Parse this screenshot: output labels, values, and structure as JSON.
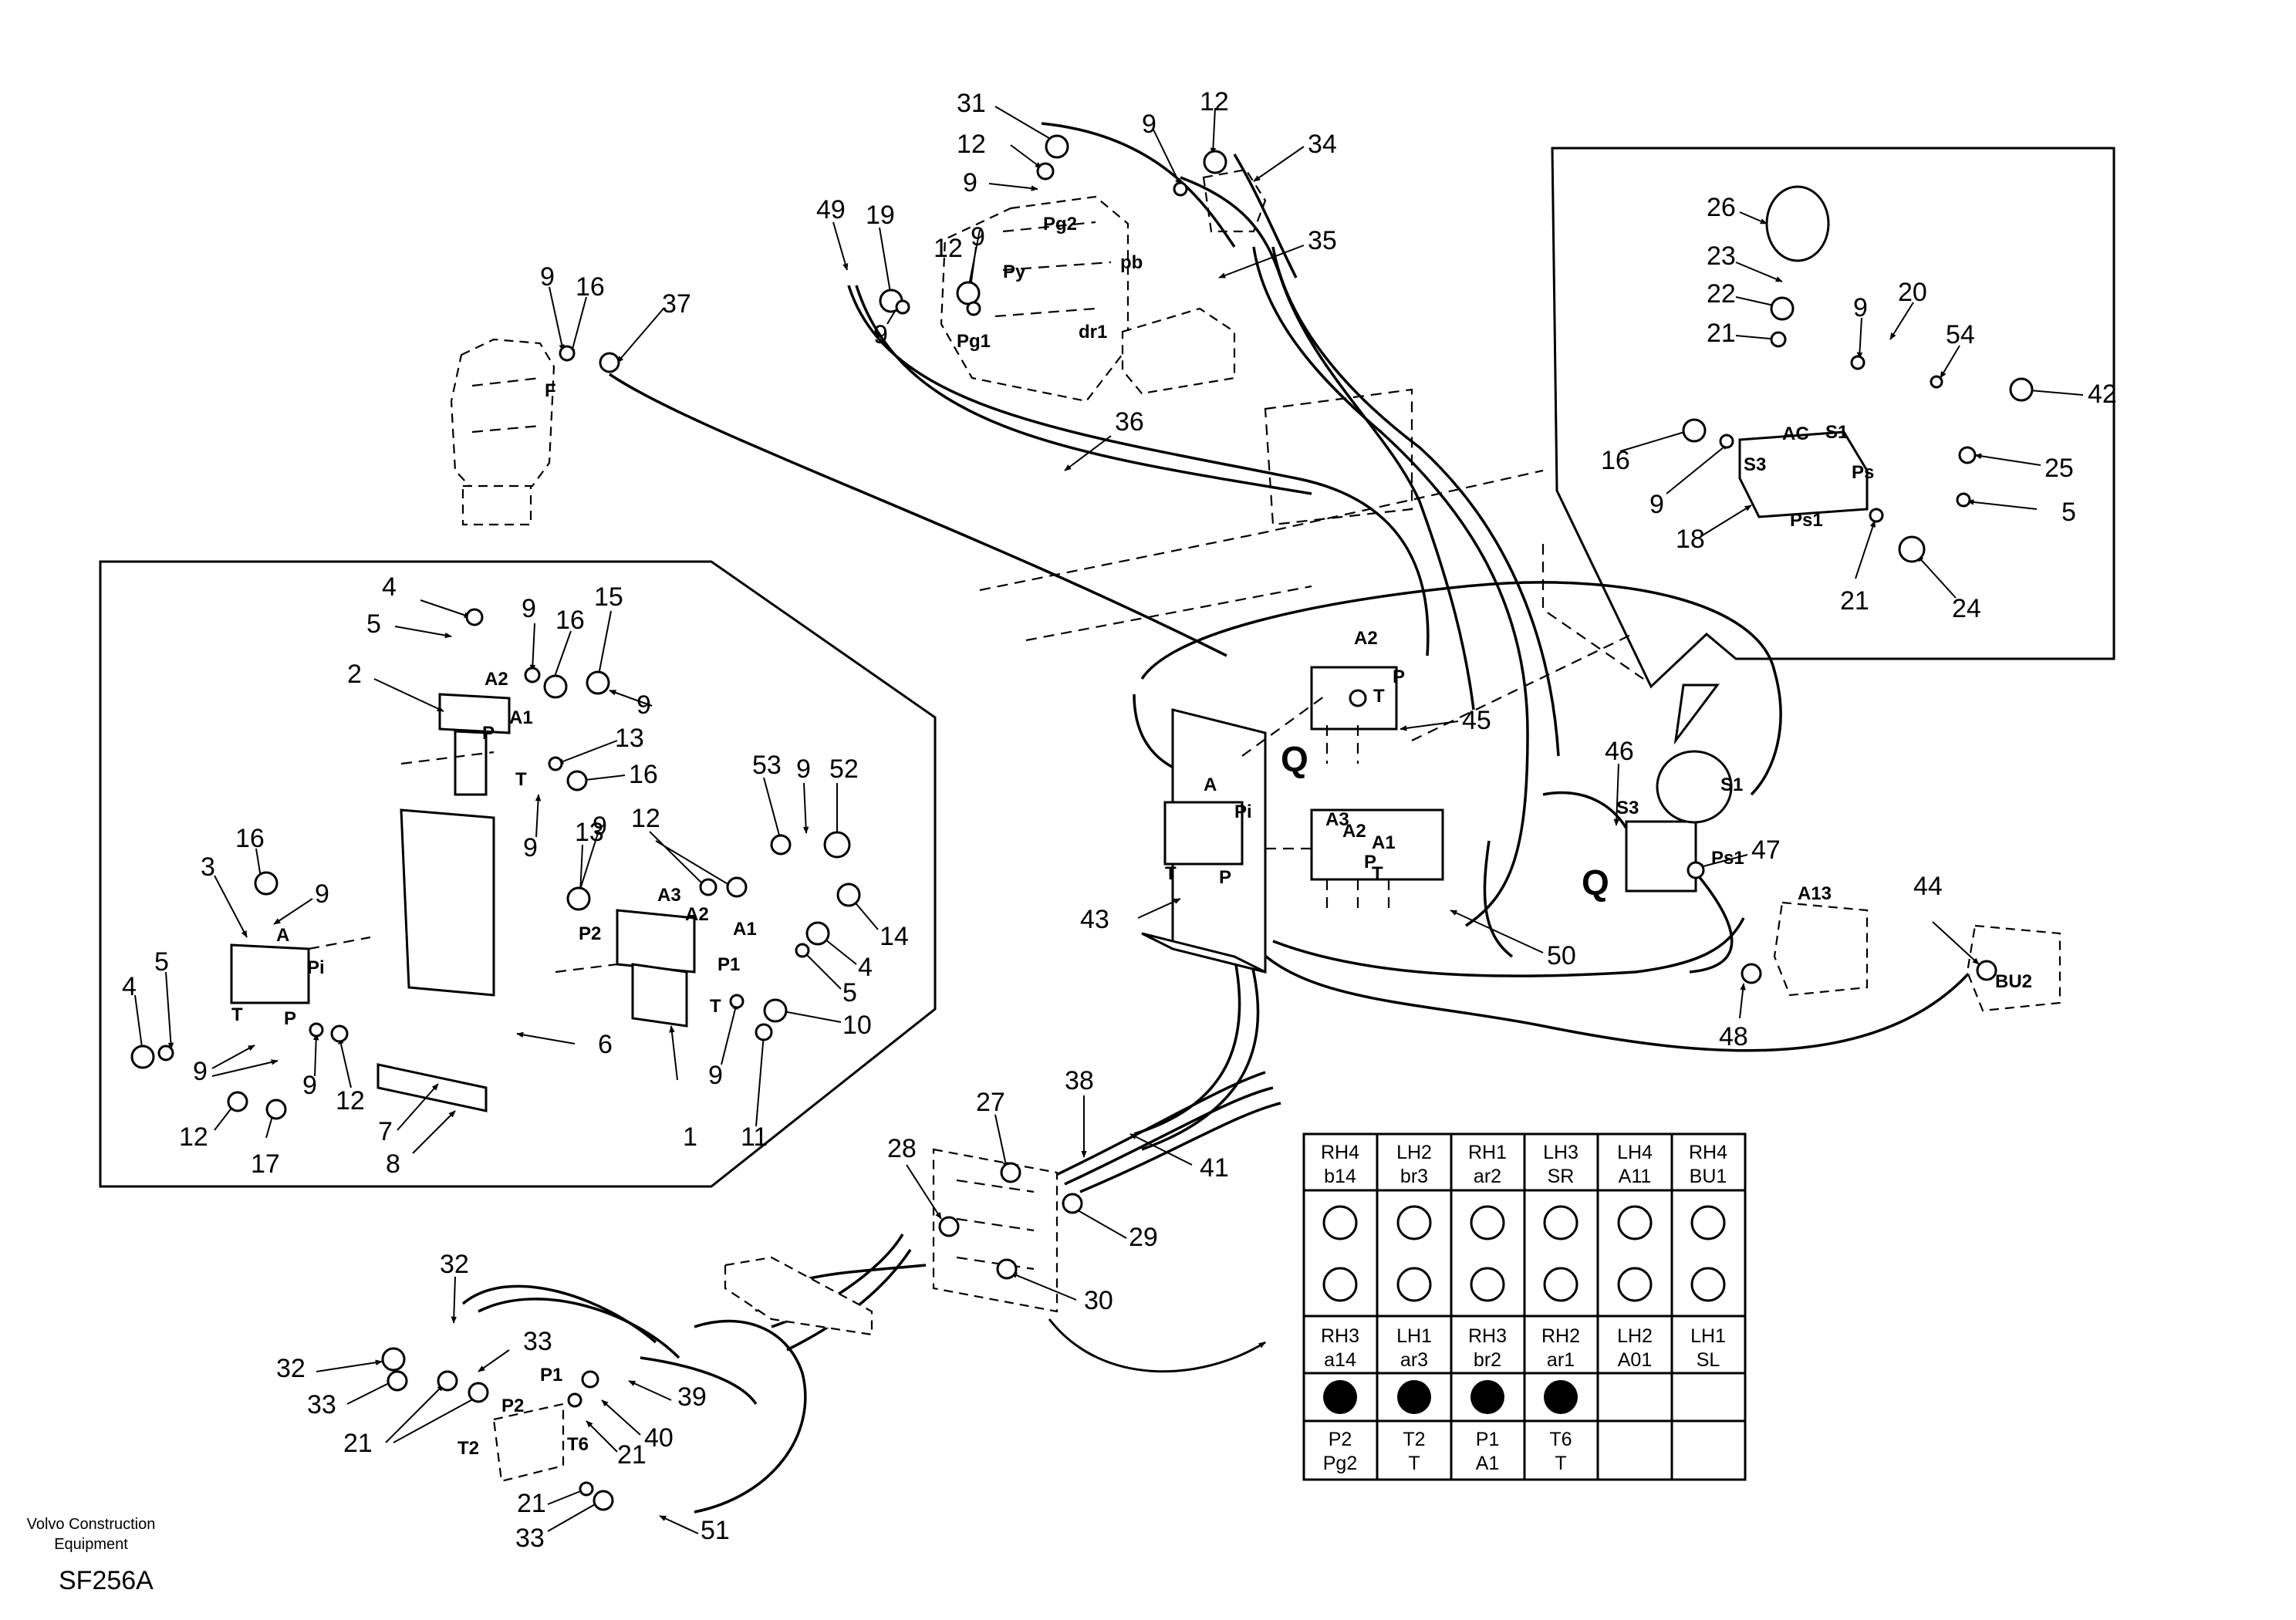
{
  "callouts": {
    "n1": "1",
    "n2": "2",
    "n3": "3",
    "n4a": "4",
    "n4b": "4",
    "n4c": "4",
    "n5a": "5",
    "n5b": "5",
    "n5c": "5",
    "n5d": "5",
    "n6": "6",
    "n7": "7",
    "n8": "8",
    "n9a": "9",
    "n9b": "9",
    "n9c": "9",
    "n9d": "9",
    "n9e": "9",
    "n9f": "9",
    "n9g": "9",
    "n9h": "9",
    "n9i": "9",
    "n9j": "9",
    "n9k": "9",
    "n9l": "9",
    "n9m": "9",
    "n9n": "9",
    "n9o": "9",
    "n9p": "9",
    "n10": "10",
    "n11": "11",
    "n12a": "12",
    "n12b": "12",
    "n12c": "12",
    "n12d": "12",
    "n12e": "12",
    "n12f": "12",
    "n13a": "13",
    "n13b": "13",
    "n14": "14",
    "n15": "15",
    "n16a": "16",
    "n16b": "16",
    "n16c": "16",
    "n16d": "16",
    "n16e": "16",
    "n17": "17",
    "n18": "18",
    "n19": "19",
    "n20": "20",
    "n21a": "21",
    "n21b": "21",
    "n21c": "21",
    "n21d": "21",
    "n21e": "21",
    "n22": "22",
    "n23": "23",
    "n24": "24",
    "n25": "25",
    "n26": "26",
    "n27": "27",
    "n28": "28",
    "n29": "29",
    "n30": "30",
    "n31": "31",
    "n32a": "32",
    "n32b": "32",
    "n33a": "33",
    "n33b": "33",
    "n33c": "33",
    "n34": "34",
    "n35": "35",
    "n36": "36",
    "n37": "37",
    "n38": "38",
    "n39": "39",
    "n40": "40",
    "n41": "41",
    "n42": "42",
    "n43": "43",
    "n44": "44",
    "n45": "45",
    "n46": "46",
    "n47": "47",
    "n48": "48",
    "n49": "49",
    "n50": "50",
    "n51": "51",
    "n52": "52",
    "n53": "53",
    "n54": "54"
  },
  "ports": {
    "pg2": "Pg2",
    "py": "Py",
    "pb": "pb",
    "pg1": "Pg1",
    "dr1": "dr1",
    "f": "F",
    "a2_left": "A2",
    "a1_left": "A1",
    "p_left": "P",
    "t_left": "T",
    "a_left": "A",
    "pi_left": "Pi",
    "t_left3": "T",
    "p_left3": "P",
    "a3_left": "A3",
    "a2_left1": "A2",
    "a1_left1": "A1",
    "p1_left": "P1",
    "p2_left": "P2",
    "t_left1": "T",
    "a2_c": "A2",
    "p_c": "P",
    "t_c": "T",
    "a_c": "A",
    "pi_c": "Pi",
    "t_c2": "T",
    "p_c2": "P",
    "a3_c": "A3",
    "a2_c1": "A2",
    "a1_c1": "A1",
    "p_c1": "P",
    "t_c1": "T",
    "s3_c": "S3",
    "s1_c": "S1",
    "ps1_c": "Ps1",
    "a13": "A13",
    "bu2": "BU2",
    "s1_r": "S1",
    "ac_r": "AC",
    "s3_r": "S3",
    "ps_r": "Ps",
    "ps1_r": "Ps1",
    "p2_b": "P2",
    "p1_b": "P1",
    "t2_b": "T2",
    "t6_b": "T6",
    "q1": "Q",
    "q2": "Q"
  },
  "port_table": {
    "row1": [
      [
        "RH4",
        "b14"
      ],
      [
        "LH2",
        "br3"
      ],
      [
        "RH1",
        "ar2"
      ],
      [
        "LH3",
        "SR"
      ],
      [
        "LH4",
        "A11"
      ],
      [
        "RH4",
        "BU1"
      ]
    ],
    "row2": [
      [
        "RH3",
        "a14"
      ],
      [
        "LH1",
        "ar3"
      ],
      [
        "RH3",
        "br2"
      ],
      [
        "RH2",
        "ar1"
      ],
      [
        "LH2",
        "A01"
      ],
      [
        "LH1",
        "SL"
      ]
    ],
    "row3": [
      [
        "P2",
        "Pg2"
      ],
      [
        "T2",
        "T"
      ],
      [
        "P1",
        "A1"
      ],
      [
        "T6",
        "T"
      ],
      [
        "",
        ""
      ],
      [
        "",
        ""
      ]
    ]
  },
  "footer": {
    "company_line1": "Volvo Construction",
    "company_line2": "Equipment",
    "code": "SF256A"
  }
}
